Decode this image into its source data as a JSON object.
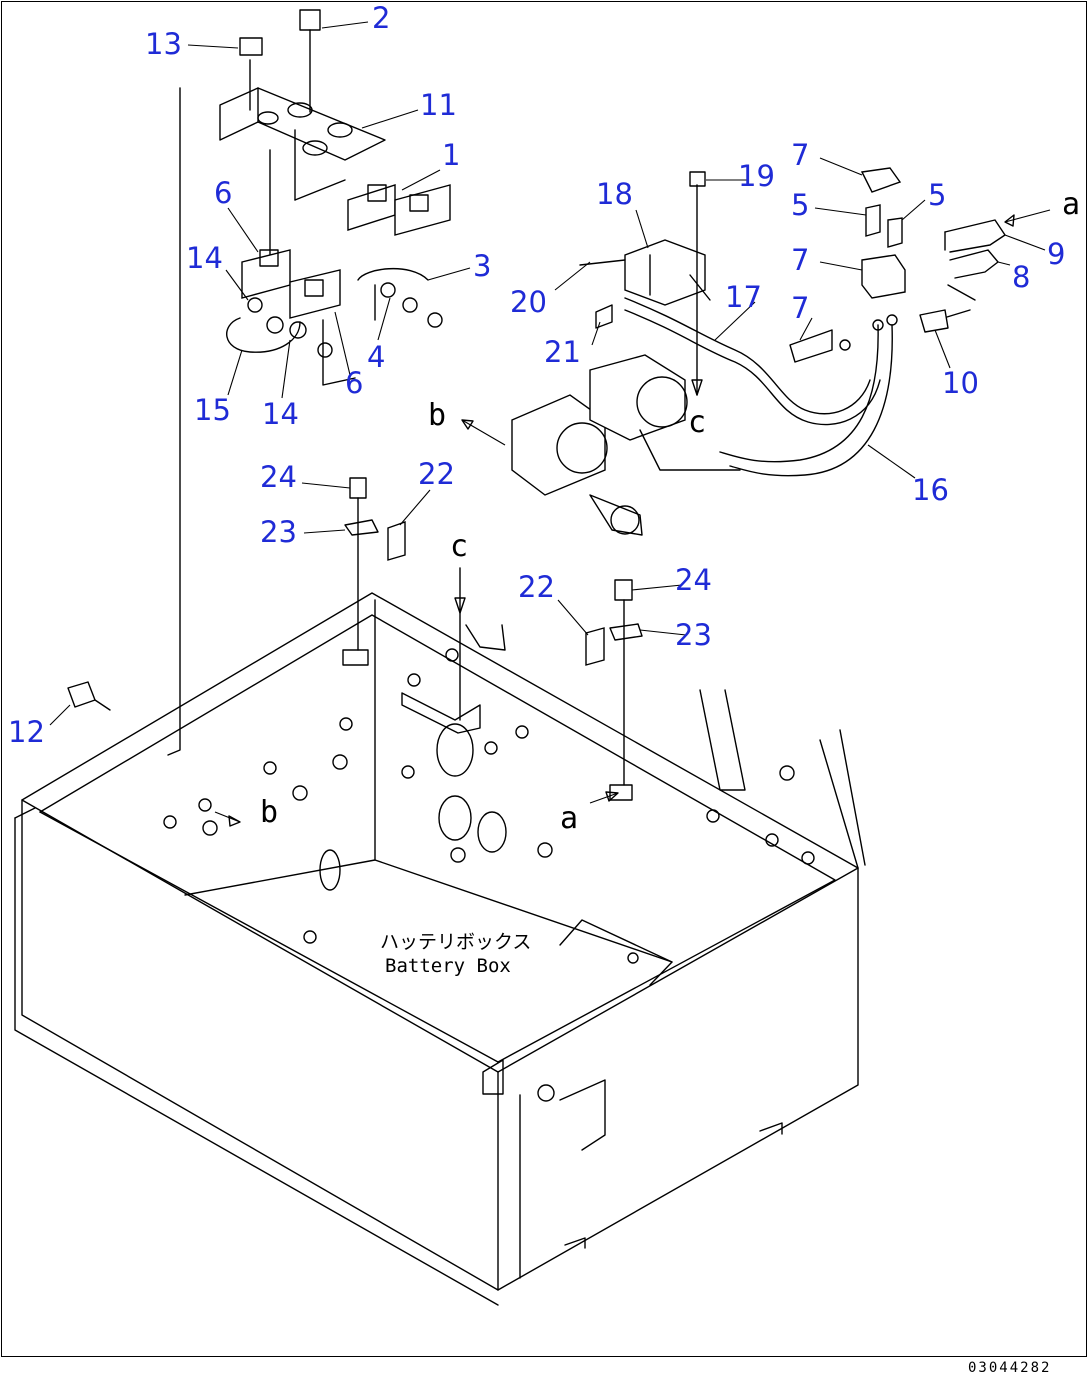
{
  "drawing_number": "03044282",
  "box_label": {
    "jp": "ハッテリボックス",
    "en": "Battery Box"
  },
  "callouts": [
    {
      "id": "c13",
      "text": "13"
    },
    {
      "id": "c2",
      "text": "2"
    },
    {
      "id": "c11",
      "text": "11"
    },
    {
      "id": "c1",
      "text": "1"
    },
    {
      "id": "c6a",
      "text": "6"
    },
    {
      "id": "c14a",
      "text": "14"
    },
    {
      "id": "c3",
      "text": "3"
    },
    {
      "id": "c4",
      "text": "4"
    },
    {
      "id": "c6b",
      "text": "6"
    },
    {
      "id": "c15",
      "text": "15"
    },
    {
      "id": "c14b",
      "text": "14"
    },
    {
      "id": "c18",
      "text": "18"
    },
    {
      "id": "c19",
      "text": "19"
    },
    {
      "id": "c7a",
      "text": "7"
    },
    {
      "id": "c5a",
      "text": "5"
    },
    {
      "id": "c5b",
      "text": "5"
    },
    {
      "id": "c7b",
      "text": "7"
    },
    {
      "id": "c9",
      "text": "9"
    },
    {
      "id": "c8",
      "text": "8"
    },
    {
      "id": "c20",
      "text": "20"
    },
    {
      "id": "c17",
      "text": "17"
    },
    {
      "id": "c7c",
      "text": "7"
    },
    {
      "id": "c21",
      "text": "21"
    },
    {
      "id": "c10",
      "text": "10"
    },
    {
      "id": "c16",
      "text": "16"
    },
    {
      "id": "c24a",
      "text": "24"
    },
    {
      "id": "c22a",
      "text": "22"
    },
    {
      "id": "c23a",
      "text": "23"
    },
    {
      "id": "c22b",
      "text": "22"
    },
    {
      "id": "c24b",
      "text": "24"
    },
    {
      "id": "c23b",
      "text": "23"
    },
    {
      "id": "c12",
      "text": "12"
    }
  ],
  "letters": [
    {
      "id": "la1",
      "text": "a"
    },
    {
      "id": "la2",
      "text": "a"
    },
    {
      "id": "lb1",
      "text": "b"
    },
    {
      "id": "lb2",
      "text": "b"
    },
    {
      "id": "lc1",
      "text": "c"
    },
    {
      "id": "lc2",
      "text": "c"
    }
  ]
}
